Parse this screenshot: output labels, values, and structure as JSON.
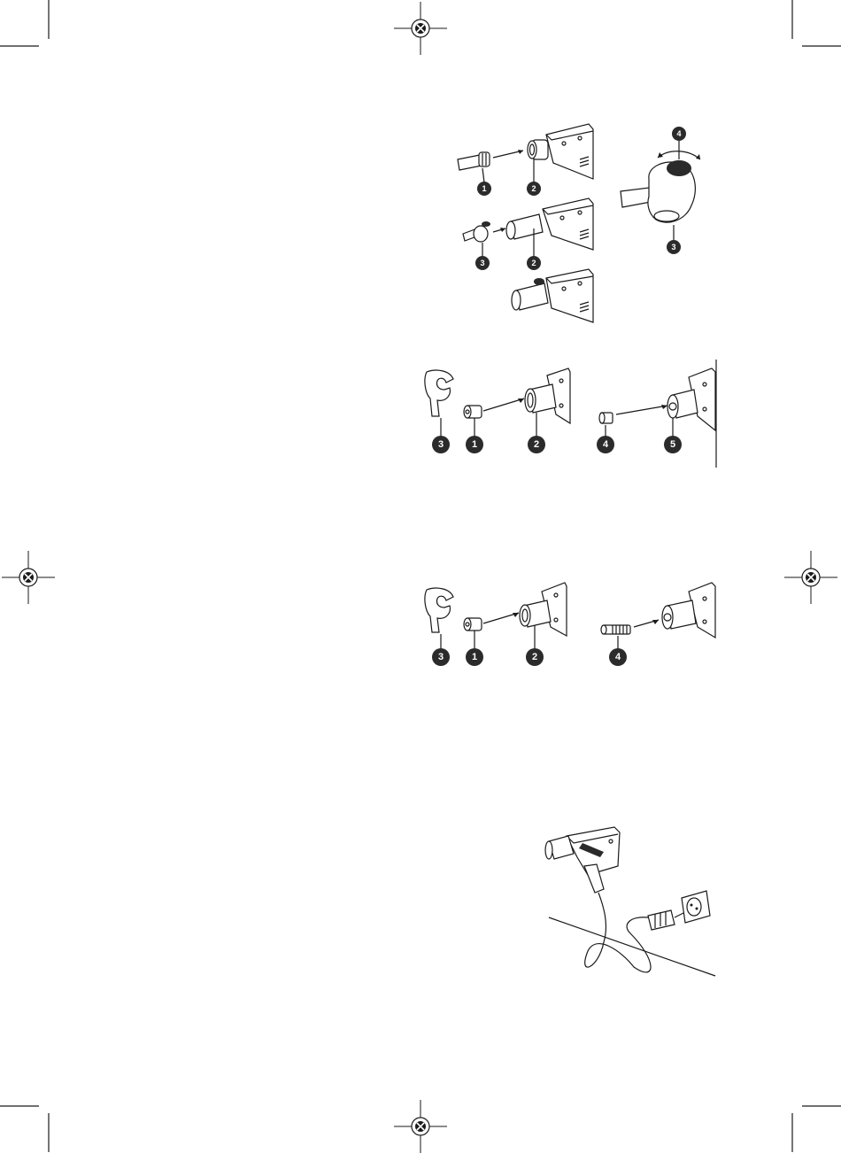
{
  "colors": {
    "ink": "#1a1a1a",
    "badge": "#2b2b2b",
    "paper": "#ffffff"
  },
  "figures": {
    "fig1": {
      "badges": [
        "1",
        "2",
        "3",
        "2",
        "4",
        "3"
      ]
    },
    "fig2": {
      "badges": [
        "3",
        "1",
        "2",
        "4",
        "5"
      ]
    },
    "fig3": {
      "badges": [
        "3",
        "1",
        "2",
        "4"
      ]
    }
  },
  "icons": [
    "registration-mark-icon",
    "crop-mark-icon"
  ]
}
